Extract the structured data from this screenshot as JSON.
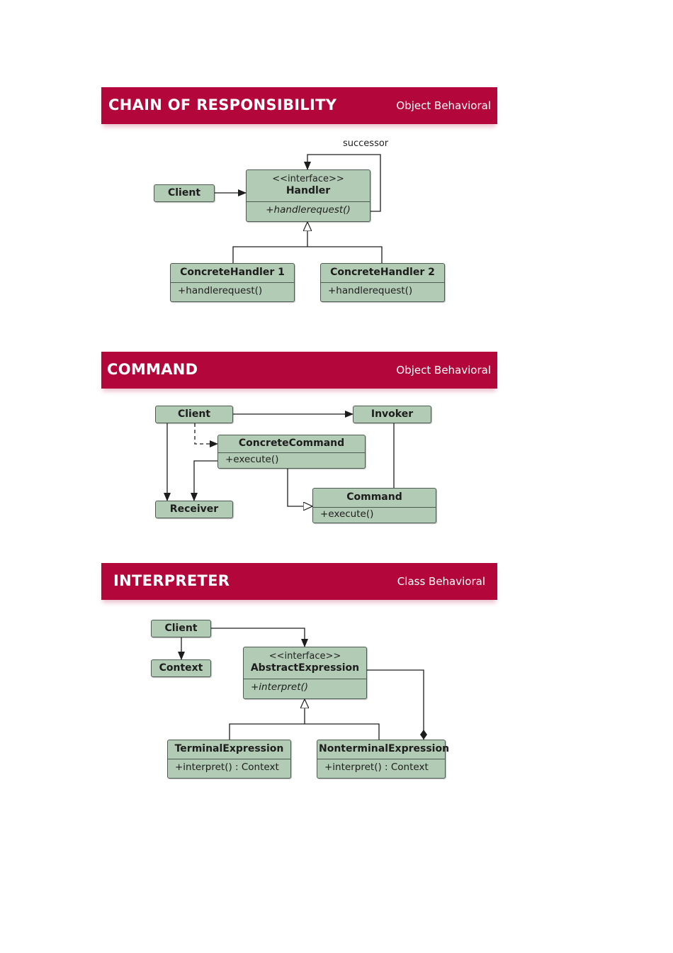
{
  "chain_of_responsibility": {
    "title": "CHAIN OF RESPONSIBILITY",
    "category": "Object Behavioral",
    "client": "Client",
    "handler_stereotype": "<<interface>>",
    "handler_name": "Handler",
    "handler_op": "+handlerequest()",
    "successor_label": "successor",
    "concrete_handler_1": "ConcreteHandler 1",
    "concrete_handler_1_op": "+handlerequest()",
    "concrete_handler_2": "ConcreteHandler 2",
    "concrete_handler_2_op": "+handlerequest()"
  },
  "command": {
    "title": "COMMAND",
    "category": "Object Behavioral",
    "client": "Client",
    "invoker": "Invoker",
    "concrete_command": "ConcreteCommand",
    "concrete_command_op": "+execute()",
    "receiver": "Receiver",
    "command_name": "Command",
    "command_op": "+execute()"
  },
  "interpreter": {
    "title": "INTERPRETER",
    "category": "Class Behavioral",
    "client": "Client",
    "context": "Context",
    "abstract_stereotype": "<<interface>>",
    "abstract_name": "AbstractExpression",
    "abstract_op": "+interpret()",
    "terminal_name": "TerminalExpression",
    "terminal_op": "+interpret() : Context",
    "nonterminal_name": "NonterminalExpression",
    "nonterminal_op": "+interpret() : Context"
  }
}
